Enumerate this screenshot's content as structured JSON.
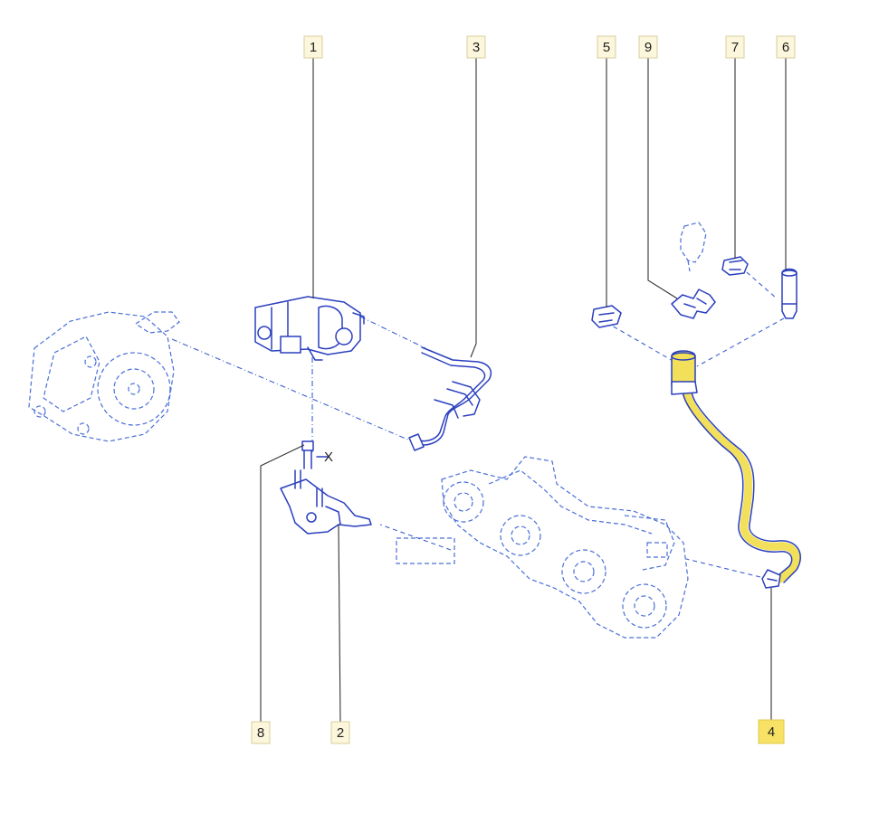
{
  "diagram": {
    "colors": {
      "line": "#2a3fbf",
      "ghost": "#4a6fd8",
      "highlight": "#f3e05a",
      "label_box": "#fbf6dc",
      "label_box_highlight": "#f7e266"
    },
    "labels": {
      "p1": "1",
      "p2": "2",
      "p3": "3",
      "p4": "4",
      "p5": "5",
      "p6": "6",
      "p7": "7",
      "p8": "8",
      "p9": "9"
    },
    "dimension_mark": "X",
    "highlighted_part": "4"
  }
}
